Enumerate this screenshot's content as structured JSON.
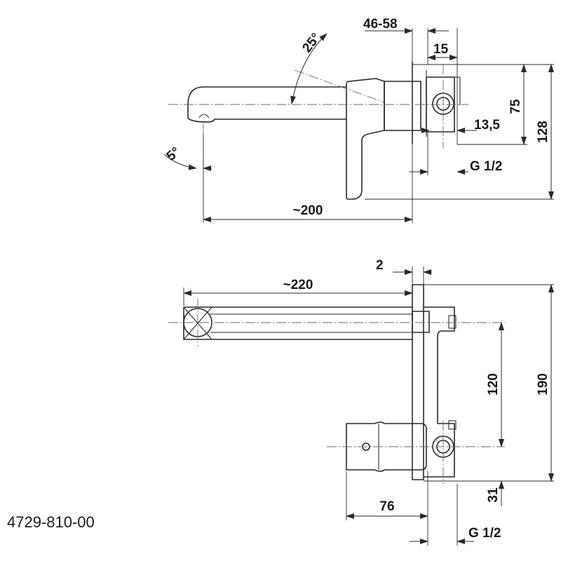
{
  "side_view": {
    "dim_depth_range": "46-58",
    "dim_plate": "15",
    "dim_height_75": "75",
    "dim_height_128": "128",
    "dim_offset": "13,5",
    "dim_thread": "G 1/2",
    "dim_projection": "~200",
    "angle_top": "25°",
    "angle_bottom": "5°"
  },
  "front_view": {
    "dim_gap": "2",
    "dim_projection": "~220",
    "dim_vertical_120": "120",
    "dim_vertical_190": "190",
    "dim_bottom_31": "31",
    "dim_width_76": "76",
    "dim_thread": "G 1/2"
  },
  "product_code": "4729-810-00"
}
